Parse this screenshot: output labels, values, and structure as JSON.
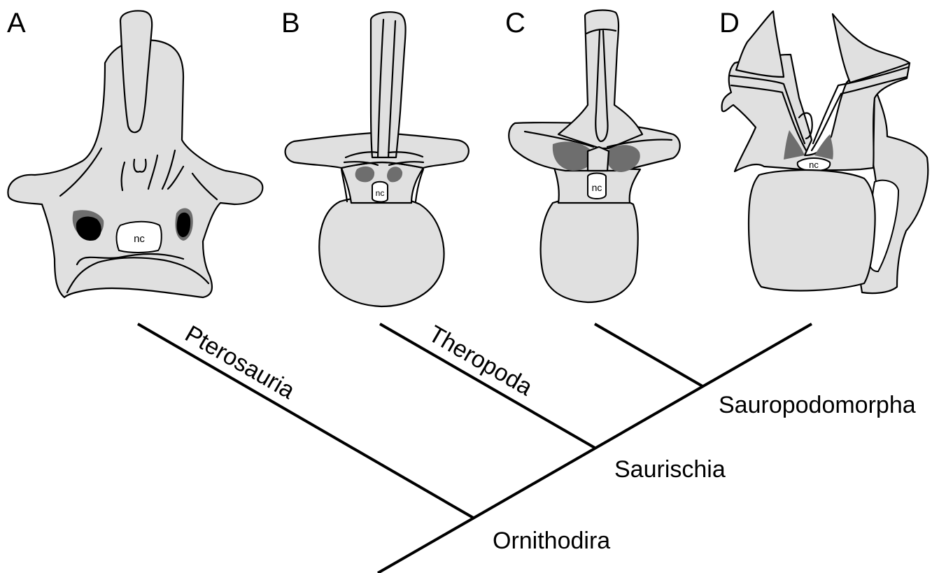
{
  "panels": {
    "a": {
      "letter": "A",
      "canal_label": "nc"
    },
    "b": {
      "letter": "B",
      "canal_label": "nc"
    },
    "c": {
      "letter": "C",
      "canal_label": "nc"
    },
    "d": {
      "letter": "D",
      "canal_label": "nc"
    }
  },
  "clades": {
    "pterosauria": "Pterosauria",
    "theropoda": "Theropoda",
    "sauropodomorpha": "Sauropodomorpha",
    "saurischia": "Saurischia",
    "ornithodira": "Ornithodira"
  },
  "colors": {
    "bone_fill": "#e0e0e0",
    "pneumatic_fossa": "#6e6e6e",
    "foramen": "#000000",
    "neural_canal": "#ffffff"
  }
}
